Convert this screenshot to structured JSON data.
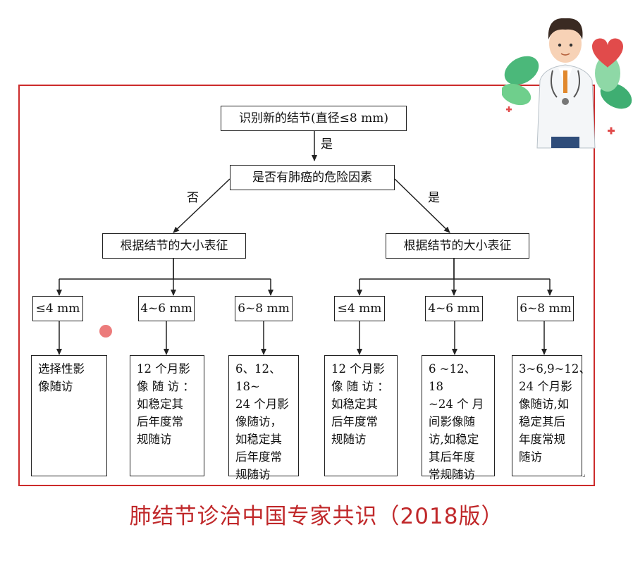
{
  "flowchart": {
    "top": "识别新的结节(直径≤8 mm)",
    "yes_label_1": "是",
    "risk_question": "是否有肺癌的危险因素",
    "no_label": "否",
    "yes_label_2": "是",
    "left": {
      "size_box": "根据结节的大小表征",
      "sizes": [
        "≤4 mm",
        "4~6 mm",
        "6~8 mm"
      ],
      "actions": [
        "选择性影\n像随访",
        "12 个月影\n像 随 访 ：\n如稳定其\n后年度常\n规随访",
        "6、12、18~\n24 个月影\n像随访，\n如稳定其\n后年度常\n规随访"
      ]
    },
    "right": {
      "size_box": "根据结节的大小表征",
      "sizes": [
        "≤4 mm",
        "4~6 mm",
        "6~8 mm"
      ],
      "actions": [
        "12 个月影\n像 随 访 ：\n如稳定其\n后年度常\n规随访",
        "6 ~12、18\n~24 个 月\n间影像随\n访,如稳定\n其后年度\n常规随访",
        "3~6,9~12、\n24 个月影\n像随访,如\n稳定其后\n年度常规\n随访"
      ]
    }
  },
  "caption": "肺结节诊治中国专家共识（2018版）",
  "colors": {
    "frame": "#cc2b2b",
    "caption": "#c0282a",
    "dot": "#ec7b7b"
  },
  "decor": {
    "illustration": "doctor-illustration",
    "dot": "red-dot"
  }
}
